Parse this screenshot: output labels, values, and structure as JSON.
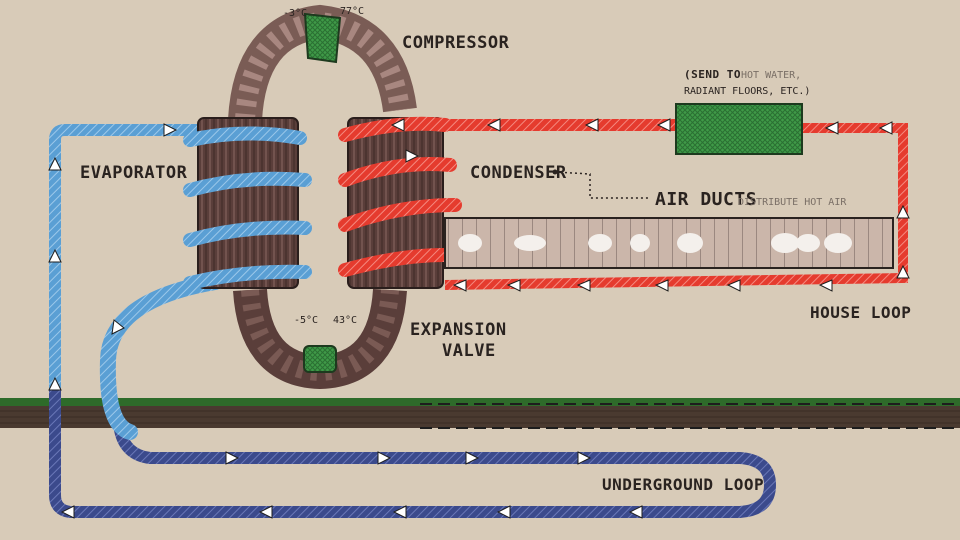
{
  "labels": {
    "compressor": "COMPRESSOR",
    "evaporator": "EVAPORATOR",
    "condenser": "CONDENSER",
    "air_ducts": "AIR DUCTS",
    "air_ducts_note": "DISTRIBUTE HOT AIR",
    "send_to_line1_a": "(SEND TO",
    "send_to_line1_b": "HOT WATER,",
    "send_to_line2": "RADIANT FLOORS, ETC.)",
    "expansion_line1": "EXPANSION",
    "expansion_line2": "VALVE",
    "house_loop": "HOUSE LOOP",
    "underground_loop": "UNDERGROUND LOOP"
  },
  "temperatures": {
    "compressor_in": "-3°C",
    "compressor_out": "77°C",
    "valve_out": "-5°C",
    "valve_in": "43°C"
  },
  "colors": {
    "background": "#d8cbb8",
    "cold_loop": "#5a9fd4",
    "underground": "#3b4a8c",
    "hot_loop": "#e53b2e",
    "component_green": "#3f9a48",
    "coil_body": "#5a3e3a",
    "ground_dark": "#4a3a30",
    "ground_green": "#2e6b2a"
  }
}
